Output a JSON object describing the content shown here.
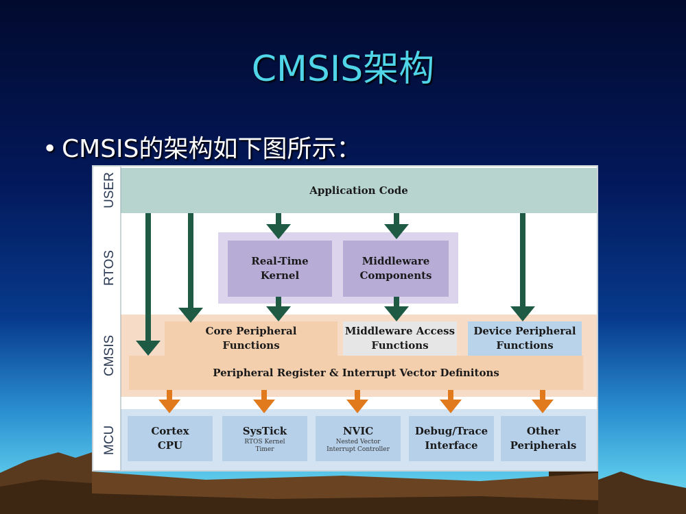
{
  "slide": {
    "title": "CMSIS架构",
    "bullet": "CMSIS的架构如下图所示：",
    "bullet_mark": "•"
  },
  "diagram": {
    "layers": {
      "user": "USER",
      "rtos": "RTOS",
      "cmsis": "CMSIS",
      "mcu": "MCU"
    },
    "application_code": "Application Code",
    "rtos_kernel": {
      "line1": "Real-Time",
      "line2": "Kernel"
    },
    "middleware_components": {
      "line1": "Middleware",
      "line2": "Components"
    },
    "core_peripheral_functions": {
      "line1": "Core Peripheral",
      "line2": "Functions"
    },
    "middleware_access_functions": {
      "line1": "Middleware Access",
      "line2": "Functions"
    },
    "device_peripheral_functions": {
      "line1": "Device Peripheral",
      "line2": "Functions"
    },
    "peripheral_register": "Peripheral Register & Interrupt Vector Definitons",
    "mcu_blocks": [
      {
        "title1": "Cortex",
        "title2": "CPU",
        "sub1": "",
        "sub2": ""
      },
      {
        "title1": "SysTick",
        "title2": "",
        "sub1": "RTOS Kernel",
        "sub2": "Timer"
      },
      {
        "title1": "NVIC",
        "title2": "",
        "sub1": "Nested Vector",
        "sub2": "Interrupt Controller"
      },
      {
        "title1": "Debug/Trace",
        "title2": "Interface",
        "sub1": "",
        "sub2": ""
      },
      {
        "title1": "Other",
        "title2": "Peripherals",
        "sub1": "",
        "sub2": ""
      }
    ],
    "colors": {
      "user": "#b8d4cf",
      "rtos_outer": "#dcd4ec",
      "rtos_box": "#b7acd6",
      "cmsis_band": "#f6dcc6",
      "cmsis_box": "#f4cfae",
      "middleware_access": "#e6e6e6",
      "device_peripheral": "#b9d3ea",
      "mcu_band": "#d3e3f2",
      "mcu_box": "#b6d0ea",
      "green_arrow": "#1f5a45",
      "orange_arrow": "#e07a1c"
    }
  }
}
